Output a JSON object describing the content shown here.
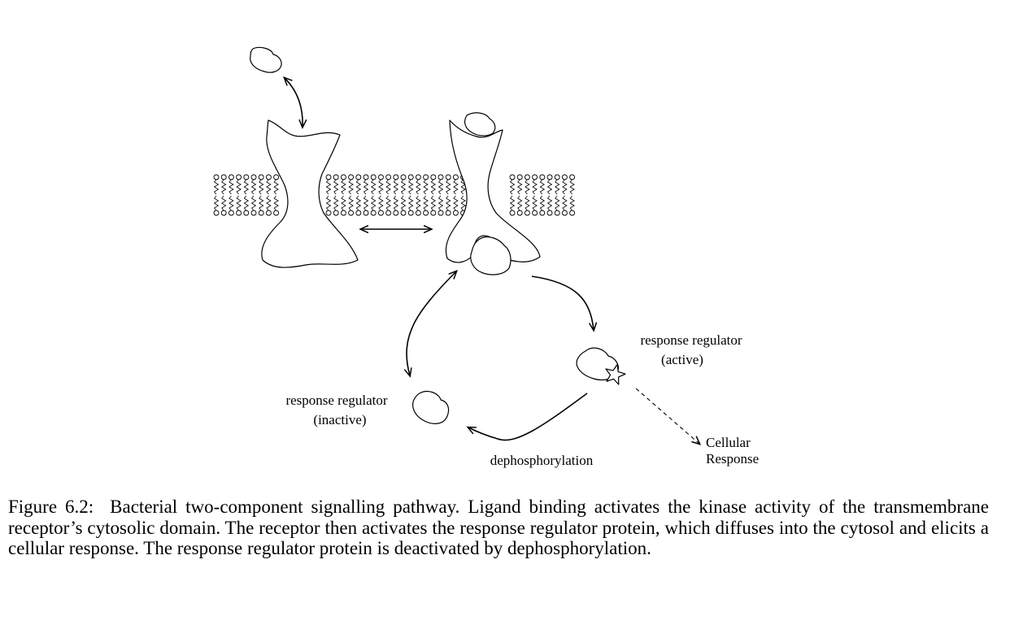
{
  "diagram": {
    "labels": {
      "rr_active_line1": "response regulator",
      "rr_active_line2": "(active)",
      "rr_inactive_line1": "response regulator",
      "rr_inactive_line2": "(inactive)",
      "dephosphorylation": "dephosphorylation",
      "cellular_line1": "Cellular",
      "cellular_line2": "Response"
    }
  },
  "caption": {
    "figure_label": "Figure 6.2:",
    "text": "Bacterial two-component signalling pathway. Ligand binding activates the kinase activity of the transmembrane receptor’s cytosolic domain. The receptor then activates the response regulator protein, which diffuses into the cytosol and elicits a cellular response. The response regulator protein is deactivated by dephosphorylation."
  }
}
